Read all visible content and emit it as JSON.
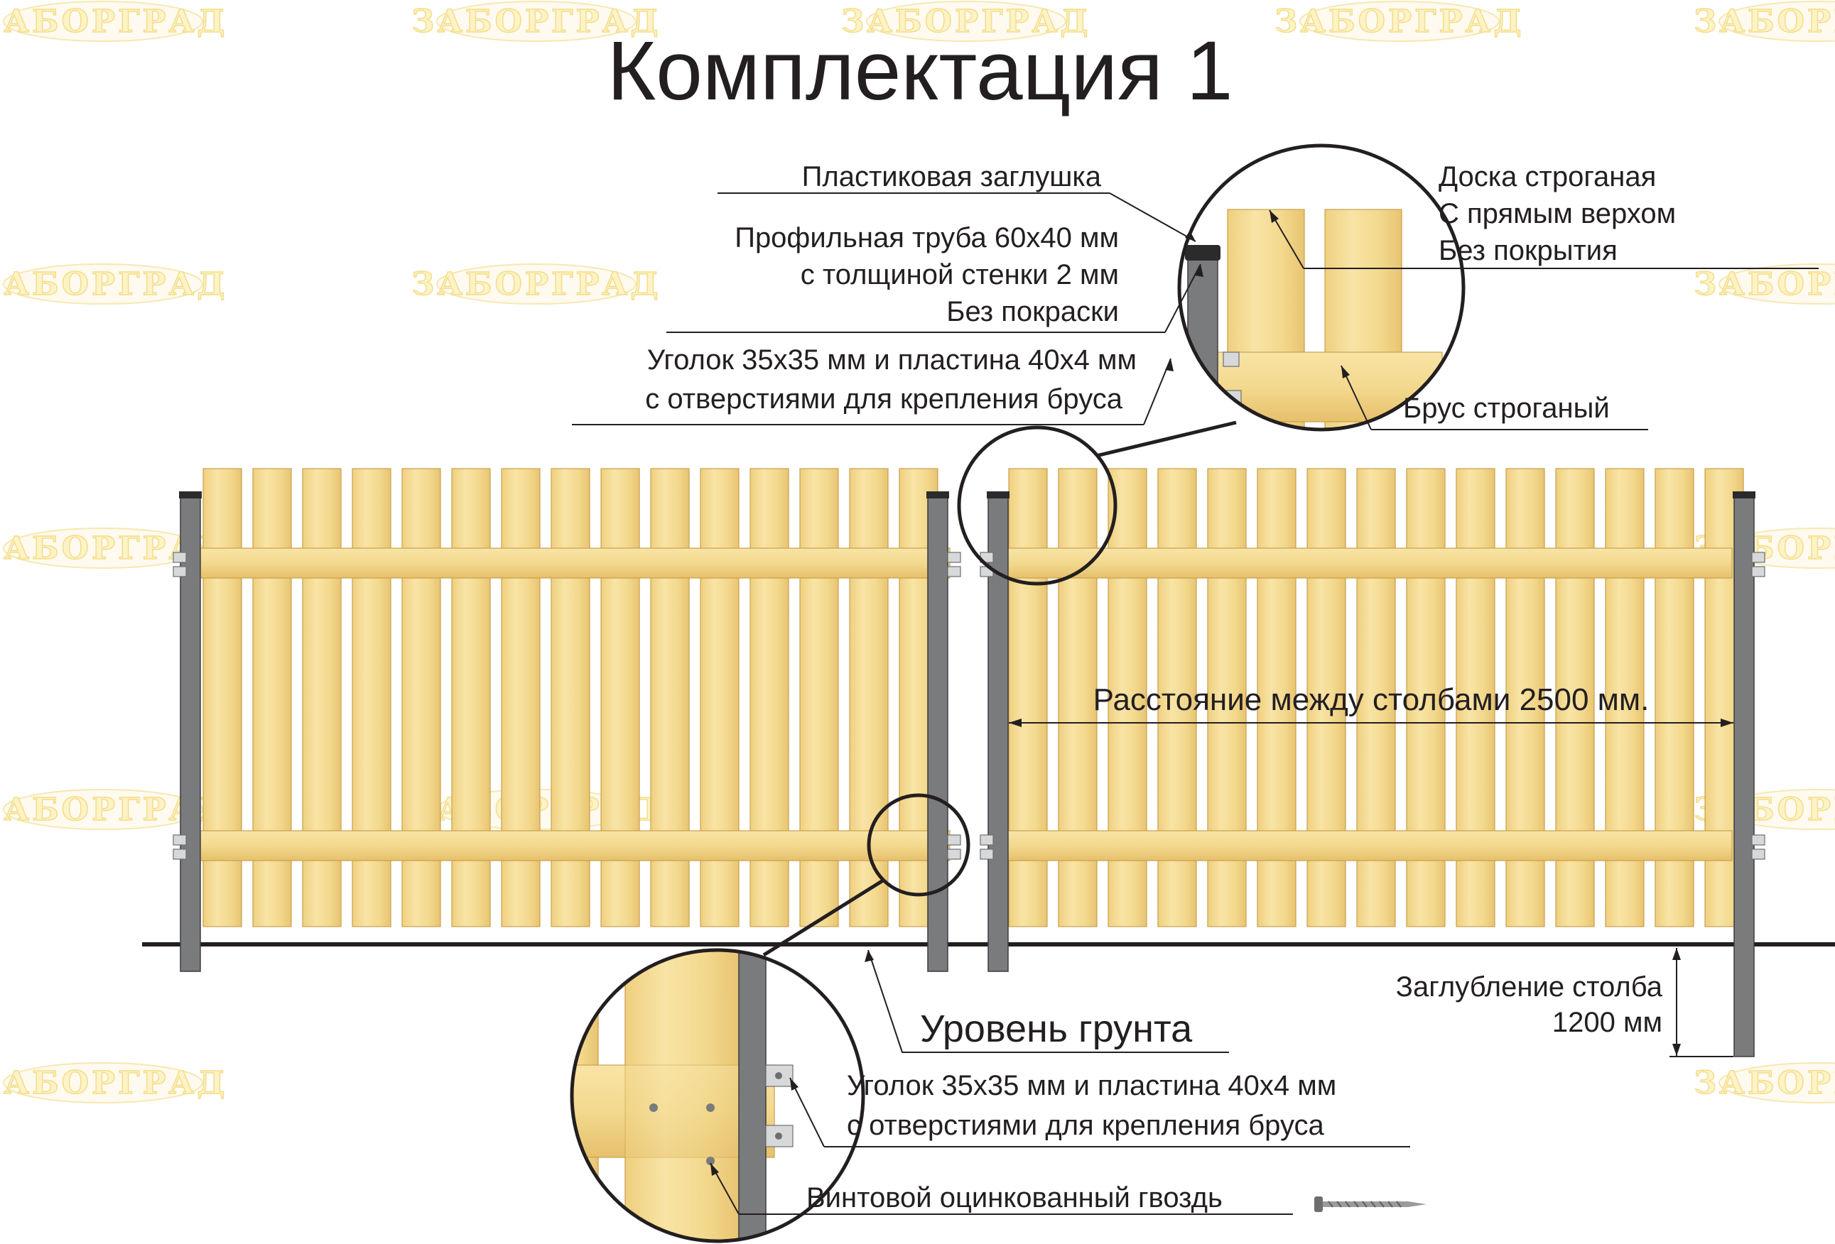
{
  "title": "Комплектация 1",
  "watermark": "ЗАБОРГРАД",
  "labels": {
    "cap": "Пластиковая заглушка",
    "pipe_line1": "Профильная труба 60х40 мм",
    "pipe_line2": "с толщиной стенки 2 мм",
    "pipe_line3": "Без покраски",
    "bracket_top_line1": "Уголок 35х35 мм и пластина 40х4 мм",
    "bracket_top_line2": "с отверстиями для крепления бруса",
    "board_line1": "Доска строганая",
    "board_line2": "С прямым верхом",
    "board_line3": "Без покрытия",
    "rail": "Брус строганый",
    "distance": "Расстояние между столбами 2500 мм.",
    "ground": "Уровень грунта",
    "depth_line1": "Заглубление столба",
    "depth_line2": "1200 мм",
    "bracket_bottom_line1": "Уголок 35х35 мм и пластина 40х4 мм",
    "bracket_bottom_line2": "с отверстиями для крепления бруса",
    "nail": "Винтовой оцинкованный гвоздь"
  },
  "colors": {
    "wood": "#f3d98e",
    "post": "#7a7b7d",
    "outline": "#231f20"
  }
}
